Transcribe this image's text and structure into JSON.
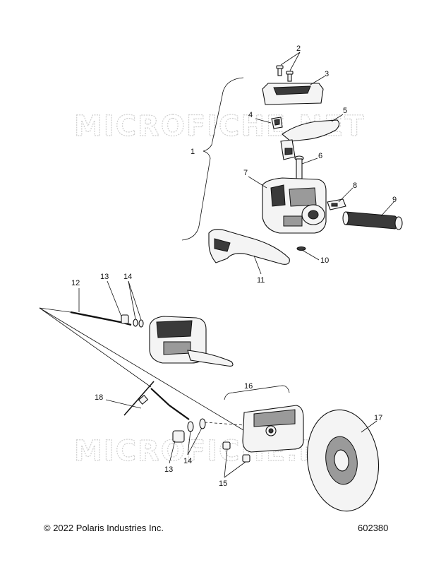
{
  "watermark": "MICROFICHE.NET",
  "callouts": {
    "c1": "1",
    "c2": "2",
    "c3": "3",
    "c4": "4",
    "c5": "5",
    "c6": "6",
    "c7": "7",
    "c8": "8",
    "c9": "9",
    "c10": "10",
    "c11": "11",
    "c12": "12",
    "c13a": "13",
    "c14a": "14",
    "c13b": "13",
    "c14b": "14",
    "c15": "15",
    "c16": "16",
    "c17": "17",
    "c18": "18"
  },
  "footer": {
    "copyright": "© 2022 Polaris Industries Inc.",
    "drawing_number": "602380"
  }
}
